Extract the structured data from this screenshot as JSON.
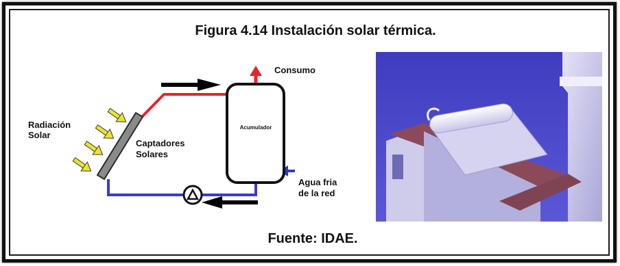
{
  "title": "Figura 4.14 Instalación solar térmica.",
  "caption": "Fuente: IDAE.",
  "diagram": {
    "labels": {
      "radiation_line1": "Radiación",
      "radiation_line2": "Solar",
      "collectors_line1": "Captadores",
      "collectors_line2": "Solares",
      "tank": "Acumulador",
      "consumption": "Consumo",
      "cold_water_line1": "Agua fria",
      "cold_water_line2": "de la red"
    },
    "colors": {
      "hot_pipe": "#e8232b",
      "cold_pipe": "#3a3ad0",
      "inlet_arrow": "#2c3cc8",
      "radiation_arrows": "#e8e23a",
      "collector": "#8a8a8a",
      "flow_arrows": "#000000"
    },
    "icons": [
      "pump-icon",
      "sun-ray-arrow-icon",
      "flow-arrow-icon"
    ]
  },
  "photo": {
    "subject": "rooftop solar thermal collector",
    "colors": {
      "sky": "#4a48c8",
      "wall": "#d9d6ef",
      "roof_tiles": "#8a4a5a"
    }
  }
}
